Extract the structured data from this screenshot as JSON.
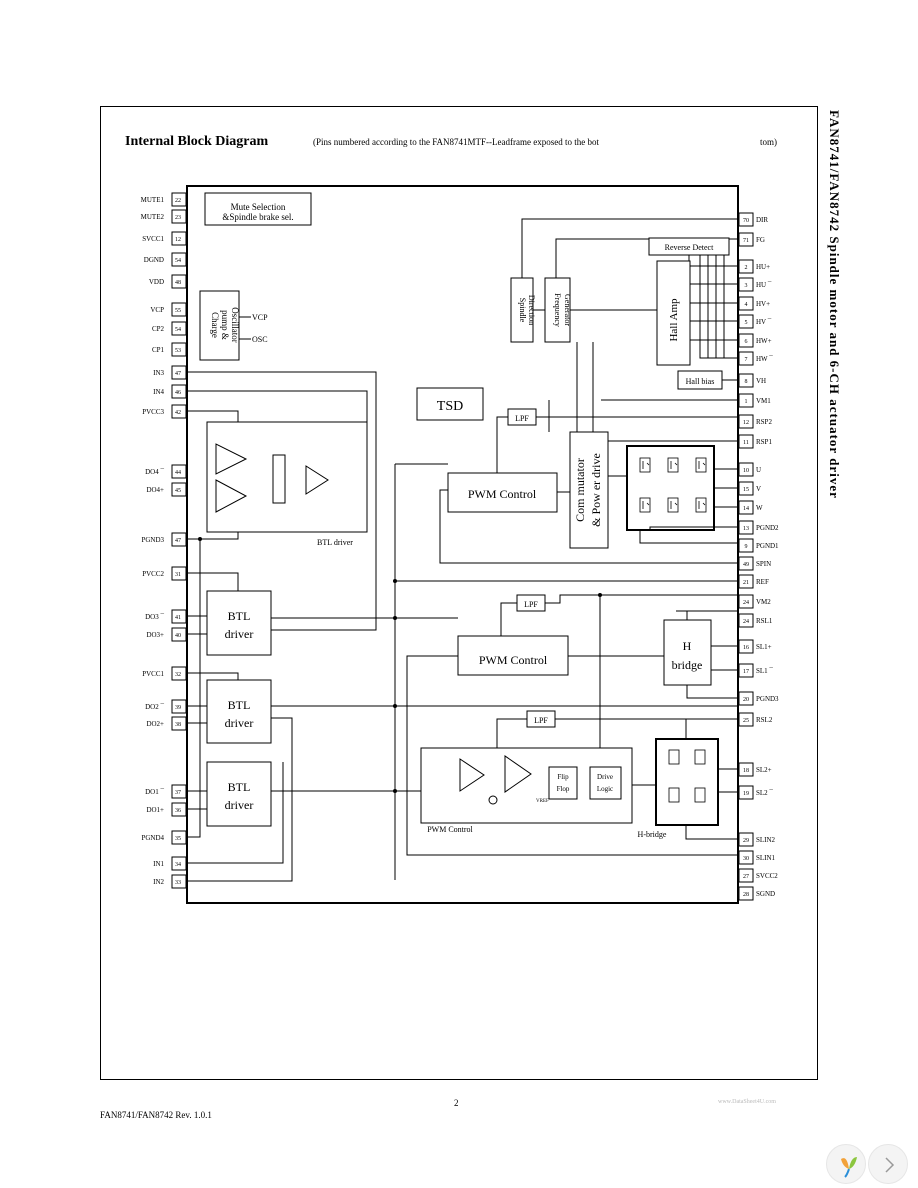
{
  "header": {
    "title": "Internal Block Diagram",
    "subtitle": "(Pins numbered according to the FAN8741MTF--Leadframe exposed to the bot",
    "subtitle_end": "tom)"
  },
  "side_title": "FAN8741/FAN8742  Spindle motor and 6-CH actuator driver",
  "footer": {
    "doc": "FAN8741/FAN8742 Rev. 1.0.1",
    "page": "2",
    "watermark": "www.DataSheet4U.com"
  },
  "blocks": {
    "mute": [
      "Mute Selection",
      "&Spindle brake sel."
    ],
    "charge": [
      "Charge",
      "pump &",
      "Oscillator"
    ],
    "vcp": "VCP",
    "osc": "OSC",
    "tsd": "TSD",
    "lpf1": "LPF",
    "lpf2": "LPF",
    "lpf3": "LPF",
    "spindle_dir": [
      "Spindle",
      "Direction"
    ],
    "freq_gen": [
      "Frequency",
      "Generator"
    ],
    "reverse_detect": "Reverse Detect",
    "hall_amp": "Hall Amp",
    "hall_bias": "Hall bias",
    "pwm1": "PWM Control",
    "pwm2": "PWM Control",
    "pwm3": "PWM Control",
    "commutator": [
      "Com mutator",
      "& Pow er drive"
    ],
    "h_bridge": [
      "H",
      "bridge"
    ],
    "h_bridge2": "H-bridge",
    "btl_top": "BTL driver",
    "btl1": [
      "BTL",
      "driver"
    ],
    "btl2": [
      "BTL",
      "driver"
    ],
    "btl3": [
      "BTL",
      "driver"
    ],
    "flip_flop": [
      "Flip",
      "Flop"
    ],
    "drive_logic": [
      "Drive",
      "Logic"
    ],
    "vref": "VREF"
  },
  "left_pins": [
    {
      "label": "MUTE1",
      "num": "22"
    },
    {
      "label": "MUTE2",
      "num": "23"
    },
    {
      "label": "SVCC1",
      "num": "12"
    },
    {
      "label": "DGND",
      "num": "54"
    },
    {
      "label": "VDD",
      "num": "48"
    },
    {
      "label": "VCP",
      "num": "55"
    },
    {
      "label": "CP2",
      "num": "54"
    },
    {
      "label": "CP1",
      "num": "53"
    },
    {
      "label": "IN3",
      "num": "47"
    },
    {
      "label": "IN4",
      "num": "46"
    },
    {
      "label": "PVCC3",
      "num": "42"
    },
    {
      "label": "DO4 ¯",
      "num": "44"
    },
    {
      "label": "DO4+",
      "num": "45"
    },
    {
      "label": "PGND3",
      "num": "47"
    },
    {
      "label": "PVCC2",
      "num": "31"
    },
    {
      "label": "DO3 ¯",
      "num": "41"
    },
    {
      "label": "DO3+",
      "num": "40"
    },
    {
      "label": "PVCC1",
      "num": "32"
    },
    {
      "label": "DO2 ¯",
      "num": "39"
    },
    {
      "label": "DO2+",
      "num": "38"
    },
    {
      "label": "DO1 ¯",
      "num": "37"
    },
    {
      "label": "DO1+",
      "num": "36"
    },
    {
      "label": "PGND4",
      "num": "35"
    },
    {
      "label": "IN1",
      "num": "34"
    },
    {
      "label": "IN2",
      "num": "33"
    }
  ],
  "right_pins": [
    {
      "label": "DIR",
      "num": "70"
    },
    {
      "label": "FG",
      "num": "71"
    },
    {
      "label": "HU+",
      "num": "2"
    },
    {
      "label": "HU ¯",
      "num": "3"
    },
    {
      "label": "HV+",
      "num": "4"
    },
    {
      "label": "HV ¯",
      "num": "5"
    },
    {
      "label": "HW+",
      "num": "6"
    },
    {
      "label": "HW ¯",
      "num": "7"
    },
    {
      "label": "VH",
      "num": "8"
    },
    {
      "label": "VM1",
      "num": "1"
    },
    {
      "label": "RSP2",
      "num": "12"
    },
    {
      "label": "RSP1",
      "num": "11"
    },
    {
      "label": "U",
      "num": "10"
    },
    {
      "label": "V",
      "num": "15"
    },
    {
      "label": "W",
      "num": "14"
    },
    {
      "label": "PGND2",
      "num": "13"
    },
    {
      "label": "PGND1",
      "num": "9"
    },
    {
      "label": "SPIN",
      "num": "49"
    },
    {
      "label": "REF",
      "num": "21"
    },
    {
      "label": "VM2",
      "num": "24"
    },
    {
      "label": "RSL1",
      "num": "24"
    },
    {
      "label": "SL1+",
      "num": "16"
    },
    {
      "label": "SL1 ¯",
      "num": "17"
    },
    {
      "label": "PGND3",
      "num": "20"
    },
    {
      "label": "RSL2",
      "num": "25"
    },
    {
      "label": "SL2+",
      "num": "18"
    },
    {
      "label": "SL2 ¯",
      "num": "19"
    },
    {
      "label": "SLIN2",
      "num": "29"
    },
    {
      "label": "SLIN1",
      "num": "30"
    },
    {
      "label": "SVCC2",
      "num": "27"
    },
    {
      "label": "SGND",
      "num": "28"
    }
  ],
  "colors": {
    "line": "#000000",
    "background": "#ffffff",
    "faint": "#888888"
  }
}
